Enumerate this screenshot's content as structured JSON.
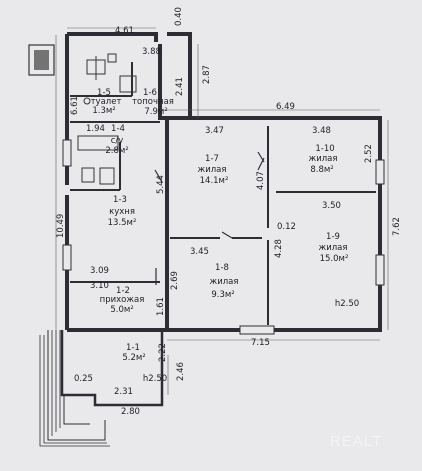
{
  "rooms": {
    "r1_1": {
      "num": "1-1",
      "area": "5.2м²"
    },
    "r1_2": {
      "num": "1-2",
      "name": "прихожая",
      "area": "5.0м²"
    },
    "r1_3": {
      "num": "1-3",
      "name": "кухня",
      "area": "13.5м²"
    },
    "r1_4": {
      "num": "1-4",
      "name": "с/у",
      "area": "2.8м²"
    },
    "r1_5": {
      "num": "1-5",
      "name": "туалет",
      "area": "1.3м²"
    },
    "r1_6": {
      "num": "1-6",
      "name": "топочная",
      "area": "7.9м²"
    },
    "r1_7": {
      "num": "1-7",
      "name": "жилая",
      "area": "14.1м²"
    },
    "r1_8": {
      "num": "1-8",
      "name": "жилая",
      "area": "9.3м²"
    },
    "r1_9": {
      "num": "1-9",
      "name": "жилая",
      "area": "15.0м²"
    },
    "r1_10": {
      "num": "1-10",
      "name": "жилая",
      "area": "8.8м²"
    }
  },
  "dimensions": {
    "d4_61": "4.61",
    "d0_40": "0.40",
    "d3_88": "3.88",
    "d2_41": "2.41",
    "d2_87": "2.87",
    "d6_49": "6.49",
    "d3_47": "3.47",
    "d3_48": "3.48",
    "d6_61": "6.61",
    "d1_94": "1.94",
    "d2_52": "2.52",
    "d4_07": "4.07",
    "d5_44": "5.44",
    "d3_50": "3.50",
    "d0_12": "0.12",
    "d10_49": "10.49",
    "d3_45": "3.45",
    "d7_62": "7.62",
    "d4_28": "4.28",
    "d3_09": "3.09",
    "d2_69": "2.69",
    "d3_10": "3.10",
    "d1_61": "1.61",
    "d7_15": "7.15",
    "d2_22": "2.22",
    "d2_46": "2.46",
    "d0_25": "0.25",
    "d2_31": "2.31",
    "d2_80": "2.80"
  },
  "heights": {
    "h_main": "h2.50",
    "h_porch": "h2.50"
  },
  "watermark": "REALT"
}
